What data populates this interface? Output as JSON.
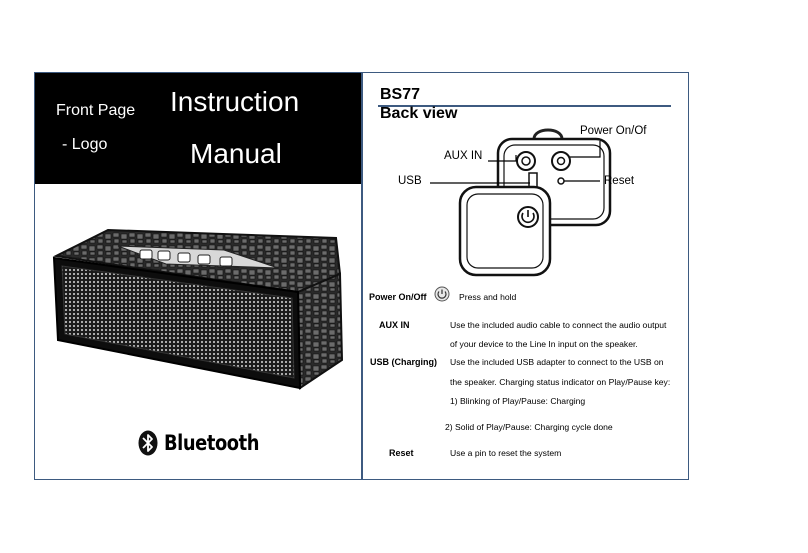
{
  "front": {
    "header_line1": "Front Page",
    "header_line2": "- Logo",
    "title_line1": "Instruction",
    "title_line2": "Manual",
    "brand": "Bluetooth"
  },
  "back": {
    "model": "BS77",
    "heading": "Back view",
    "diagram_labels": {
      "power": "Power On/Of",
      "aux": "AUX IN",
      "usb": "USB",
      "reset": "Reset"
    },
    "specs": [
      {
        "key": "Power On/Off",
        "lines": [
          "Press and hold"
        ]
      },
      {
        "key": "AUX IN",
        "lines": [
          "Use the included audio cable to connect the audio output",
          "of your device to the Line In input on the speaker."
        ]
      },
      {
        "key": "USB (Charging)",
        "lines": [
          "Use the included USB adapter to connect to the USB on",
          "the speaker. Charging status indicator on Play/Pause key:",
          "1) Blinking of Play/Pause: Charging",
          "2) Solid of Play/Pause: Charging cycle done"
        ]
      },
      {
        "key": "Reset",
        "lines": [
          "Use a pin to reset the system"
        ]
      }
    ]
  },
  "colors": {
    "border": "#3d5a80",
    "header_bg": "#000000"
  },
  "icons": [
    "bluetooth-icon",
    "power-icon"
  ]
}
